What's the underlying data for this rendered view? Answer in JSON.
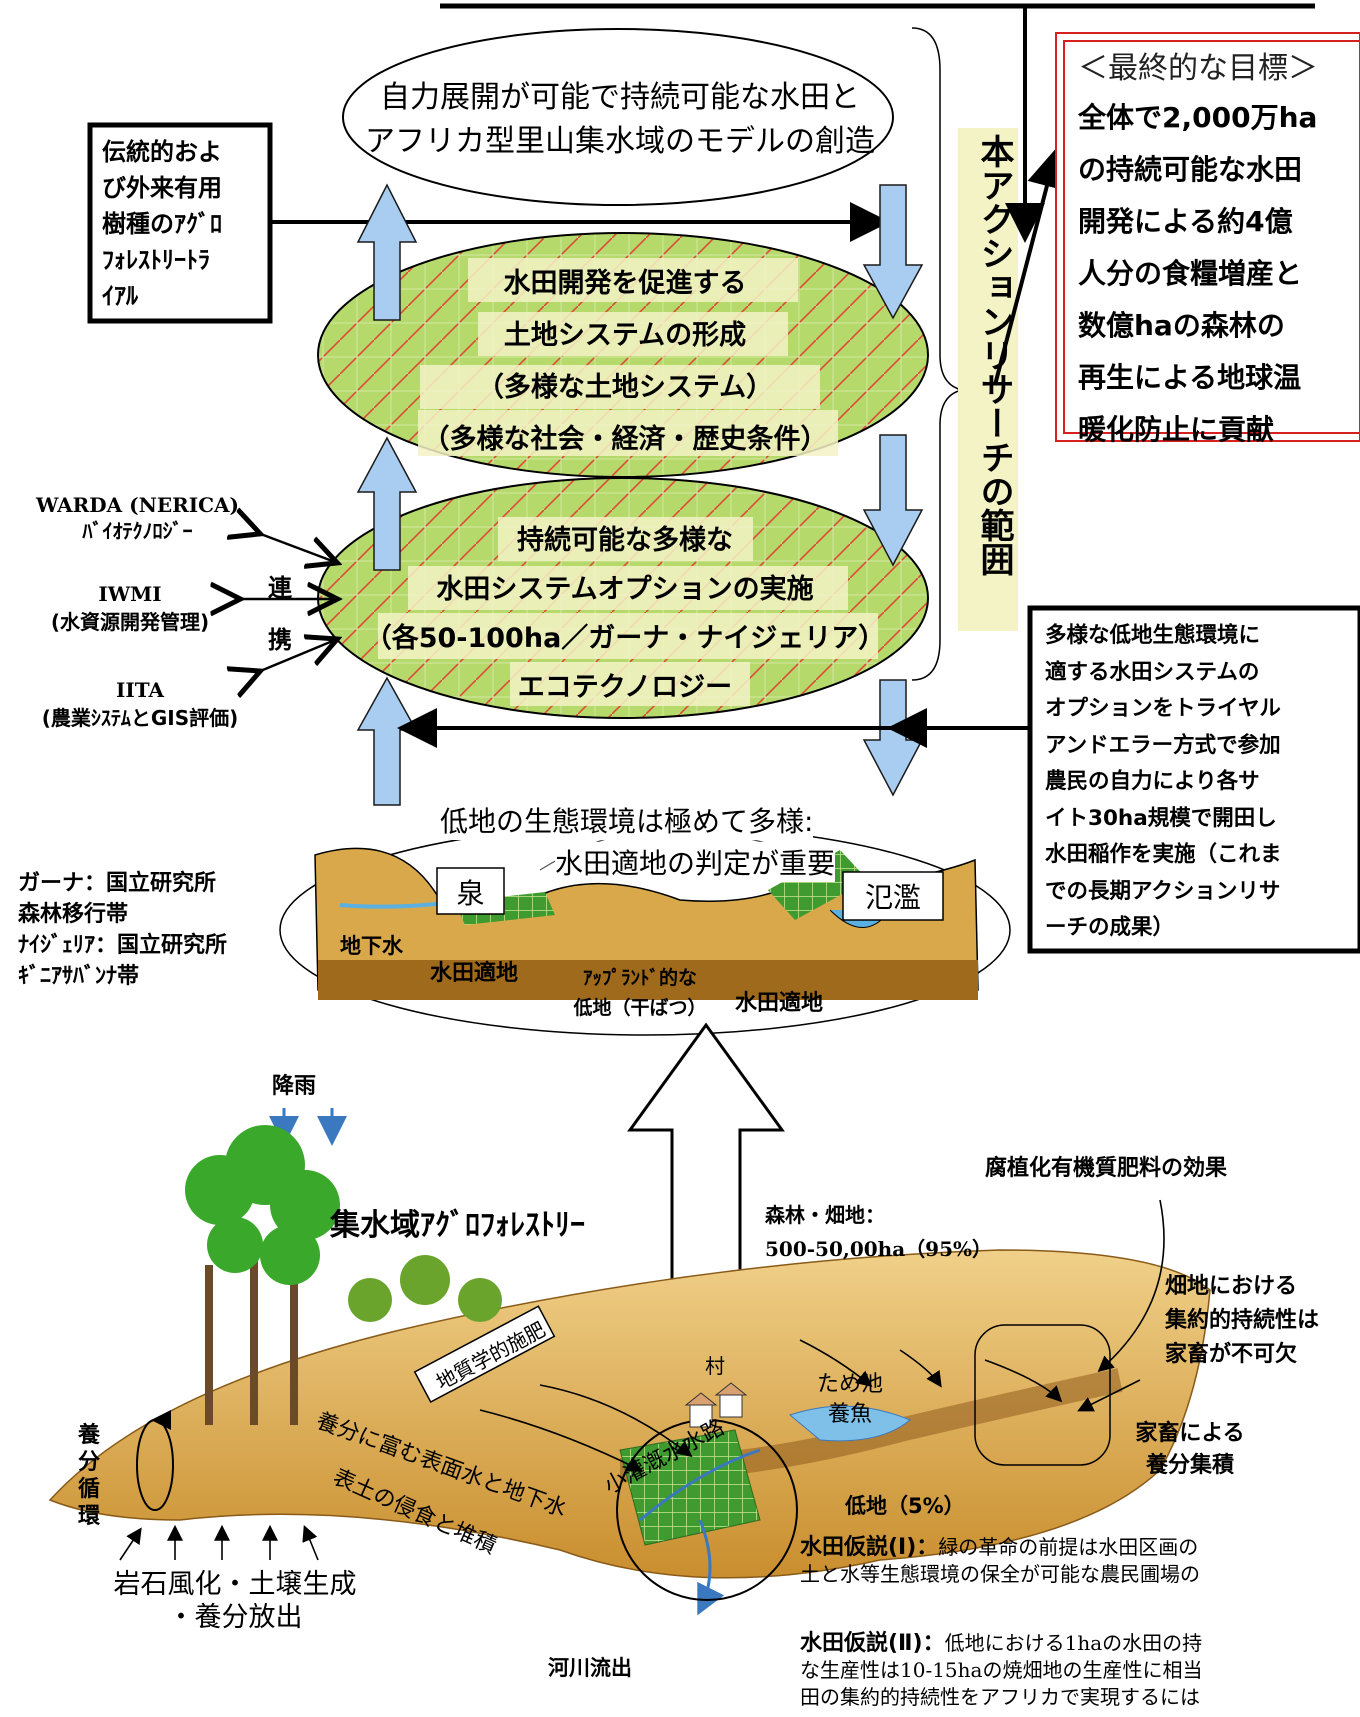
{
  "top_ellipse": {
    "line1": "自力展開が可能で持続可能な水田と",
    "line2": "アフリカ型里山集水域のモデルの創造"
  },
  "left_box": {
    "lines": [
      "伝統的およ",
      "び外来有用",
      "樹種のｱｸﾞﾛ",
      "ﾌｫﾚｽﾄﾘｰﾄﾗ",
      "ｲｱﾙ"
    ]
  },
  "green_ellipse_1": {
    "lines": [
      "水田開発を促進する",
      "土地システムの形成",
      "（多様な土地システム）",
      "（多様な社会・経済・歴史条件）"
    ]
  },
  "green_ellipse_2": {
    "lines": [
      "持続可能な多様な",
      "水田システムオプションの実施",
      "（各50-100ha／ガーナ・ナイジェリア）",
      "エコテクノロジー"
    ]
  },
  "research_scope": {
    "text": "本アクションリサーチの範囲"
  },
  "goal_box": {
    "title": "＜最終的な目標＞",
    "lines": [
      "全体で2,000万ha",
      "の持続可能な水田",
      "開発による約4億",
      "人分の食糧増産と",
      "数億haの森林の",
      "再生による地球温",
      "暖化防止に貢献"
    ]
  },
  "partners": [
    {
      "name": "WARDA (NERICA)",
      "desc": "ﾊﾞｲｵﾃｸﾉﾛｼﾞｰ"
    },
    {
      "name": "IWMI",
      "desc": "(水資源開発管理)"
    },
    {
      "name": "IITA",
      "desc": "(農業ｼｽﾃﾑとGIS評価)"
    }
  ],
  "cooperation": {
    "c1": "連",
    "c2": "携"
  },
  "trial_box": {
    "lines": [
      "多様な低地生態環境に",
      "適する水田システムの",
      "オプションをトライヤル",
      "アンドエラー方式で参加",
      "農民の自力により各サ",
      "イト30ha規模で開田し",
      "水田稲作を実施（これま",
      "での長期アクションリサ",
      "ーチの成果）"
    ]
  },
  "lowland": {
    "note1": "低地の生態環境は極めて多様:",
    "note2": "水田適地の判定が重要",
    "spring": "泉",
    "flood": "氾濫",
    "groundwater": "地下水",
    "paddy_left": "水田適地",
    "upland1": "ｱｯﾌﾟﾗﾝﾄﾞ的な",
    "upland2": "低地（干ばつ）",
    "paddy_right": "水田適地",
    "sites": [
      "ガーナ：国立研究所",
      "森林移行帯",
      "ﾅｲｼﾞｪﾘｱ：国立研究所",
      "ｷﾞﾆｱｻﾊﾞﾝﾅ帯"
    ]
  },
  "watershed": {
    "rain": "降雨",
    "title": "集水域ｱｸﾞﾛﾌｫﾚｽﾄﾘｰ",
    "forest1": "森林・畑地：",
    "forest2": "500-50,00ha（95%）",
    "humus": "腐植化有機質肥料の効果",
    "field1": "畑地における",
    "field2": "集約的持続性は",
    "field3": "家畜が不可欠",
    "livestock1": "家畜による",
    "livestock2": "養分集積",
    "cycle": [
      "養",
      "分",
      "循",
      "環"
    ],
    "geo": "地質学的施肥",
    "village": "村",
    "pond1": "ため池",
    "pond2": "養魚",
    "canal": "小灌漑水水路",
    "nutrient": "養分に富む表面水と地下水",
    "erosion": "表土の侵食と堆積",
    "lowland5": "低地（5%）",
    "weathering1": "岩石風化・土壌生成",
    "weathering2": "・養分放出",
    "river": "河川流出"
  },
  "hypotheses": {
    "h1_label": "水田仮説(I)：",
    "h1_l1": "緑の革命の前提は水田区画の",
    "h1_l2": "土と水等生態環境の保全が可能な農民圃場の",
    "h2_label": "水田仮説(Ⅱ)：",
    "h2_l1": "低地における1haの水田の持",
    "h2_l2": "な生産性は10-15haの焼畑地の生産性に相当",
    "h2_l3": "田の集約的持続性をアフリカで実現するには"
  },
  "colors": {
    "green": "#b5d96b",
    "sky_arrow": "#a9cdf0",
    "red": "#d92020",
    "soil": "#d9a84a",
    "band": "#f4f3c6"
  }
}
